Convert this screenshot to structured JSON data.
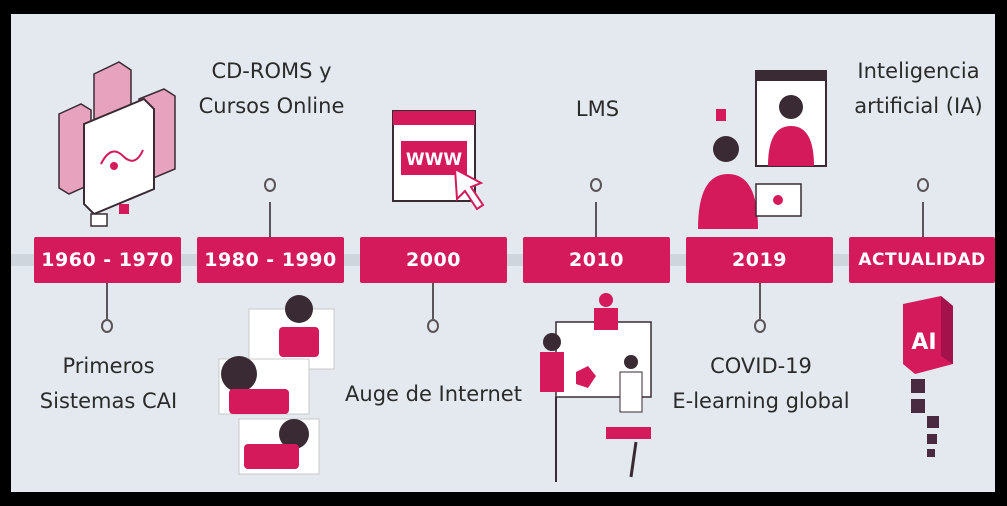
{
  "timeline": {
    "accent_color": "#d41a5b",
    "background_color": "#e3e9ee",
    "milestones": [
      {
        "period": "1960 - 1970",
        "label_lines": [
          "Primeros",
          "Sistemas CAI"
        ],
        "illustration": "computer-servers-illustration"
      },
      {
        "period": "1980 - 1990",
        "label_lines": [
          "CD-ROMS y",
          "Cursos Online"
        ],
        "illustration": "people-reading-illustration"
      },
      {
        "period": "2000",
        "label_lines": [
          "Auge de Internet"
        ],
        "illustration": "www-browser-illustration"
      },
      {
        "period": "2010",
        "label_lines": [
          "LMS"
        ],
        "illustration": "lms-team-illustration"
      },
      {
        "period": "2019",
        "label_lines": [
          "COVID-19",
          "E-learning global"
        ],
        "illustration": "video-call-illustration"
      },
      {
        "period": "ACTUALIDAD",
        "label_lines": [
          "Inteligencia",
          "artificial (IA)"
        ],
        "illustration": "ai-logo-illustration"
      }
    ]
  }
}
